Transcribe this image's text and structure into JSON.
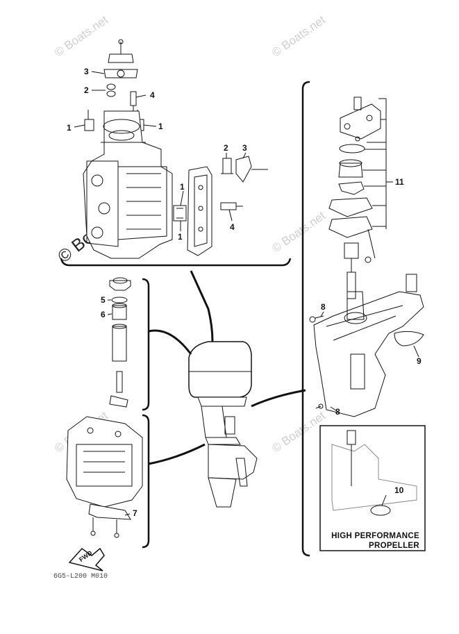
{
  "watermark": {
    "text": "© Boats.net"
  },
  "callouts": {
    "c1a": "1",
    "c1b": "1",
    "c1c": "1",
    "c1d": "1",
    "c2a": "2",
    "c2b": "2",
    "c3a": "3",
    "c3b": "3",
    "c4a": "4",
    "c4b": "4",
    "c5": "5",
    "c6": "6",
    "c7": "7",
    "c8a": "8",
    "c8b": "8",
    "c9": "9",
    "c10": "10",
    "c11": "11"
  },
  "inset": {
    "line1": "HIGH PERFORMANCE",
    "line2": "PROPELLER"
  },
  "fwd_label": "FWD",
  "diagram_code": "6G5-L200 M010"
}
